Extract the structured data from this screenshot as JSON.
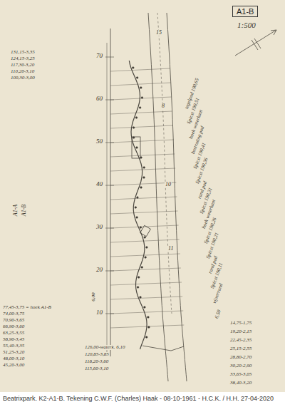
{
  "diagram": {
    "caption": "Beatrixpark. K2-A1-B. Tekening C.W.F. (Charles) Haak - 08-10-1961 - H.C.K. / H.H. 27-04-2020",
    "nodes": [
      {
        "text": [
          "A1-B"
        ]
      }
    ],
    "edges": [],
    "labels": [
      "1:500",
      "70",
      "60",
      "50",
      "40",
      "30",
      "20",
      "10",
      "6,00",
      "A1-A",
      "A1-B",
      "15",
      "8",
      "10",
      "11",
      "tegelpad 190,65",
      "Spir.st 190,51",
      "hoek waterkant",
      "bestrating pad",
      "Spir.st 190,41",
      "Spir.st 190,36",
      "rand pad",
      "Spir.st 190,31",
      "hoek waterkant",
      "Spir.st 190,26",
      "Spir.st 190,21",
      "rand pad",
      "Spir.st 190,11",
      "vijverrand",
      "6,50",
      "131,15-3,35",
      "124,15-3,25",
      "117,30-3,20",
      "110,20-3,10",
      "100,30-3,00",
      "77,45-3,75 = hoek A1-B",
      "74,00-3,75",
      "70,90-3,65",
      "66,90-3,60",
      "63,25-3,55",
      "58,90-3,45",
      "55,40-3,35",
      "51,25-3,20",
      "48,00-3,10",
      "45,20-3,00",
      "126,00-waterk. 6,10",
      "120,85-3,85",
      "118,20-3,60",
      "115,60-3,10",
      "14,75-1,75",
      "19,20-2,15",
      "22,45-2,35",
      "25,15-2,55",
      "28,80-2,70",
      "30,20-2,90",
      "33,65-3,05",
      "38,40-3,20"
    ]
  }
}
